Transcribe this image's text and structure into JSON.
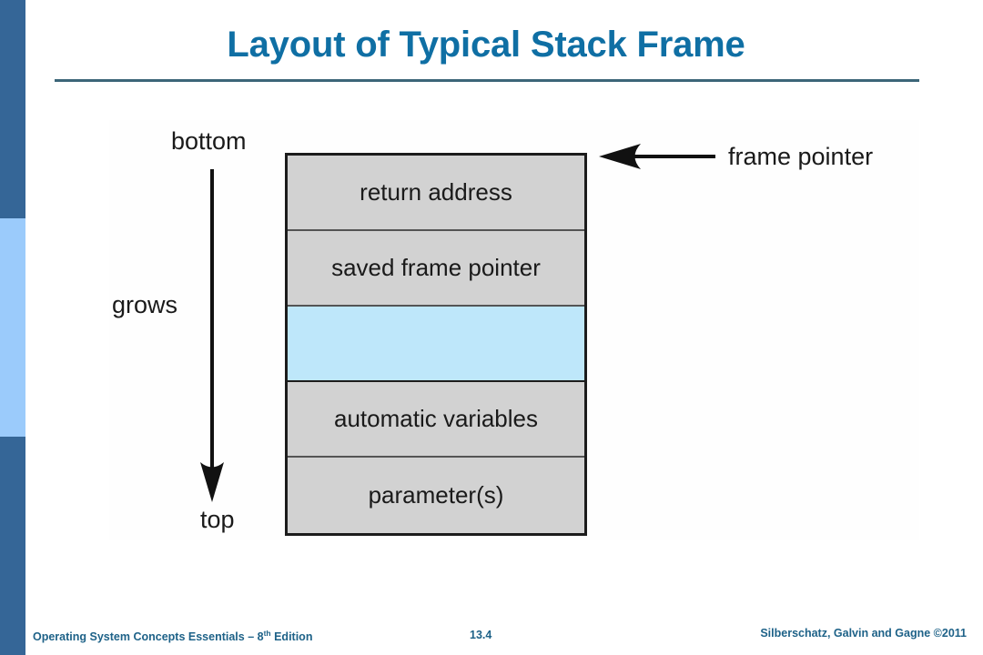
{
  "slide": {
    "title": "Layout of Typical Stack Frame",
    "accent_title_color": "#0F6FA4",
    "rule_color": "#3C6678",
    "rail_dark_color": "#356697",
    "rail_light_color": "#9BCBFB"
  },
  "figure": {
    "caption_bottom": "bottom",
    "caption_grows": "grows",
    "caption_top": "top",
    "grow_arrow_icon": "down-arrow-icon",
    "frame_pointer": {
      "arrow_icon": "left-arrow-icon",
      "label": "frame pointer"
    },
    "stack_rows": [
      {
        "label": "return address",
        "fill": "#D2D2D2",
        "highlighted": false
      },
      {
        "label": "saved frame pointer",
        "fill": "#D2D2D2",
        "highlighted": false
      },
      {
        "label": "",
        "fill": "#BEE7FA",
        "highlighted": true
      },
      {
        "label": "automatic variables",
        "fill": "#D2D2D2",
        "highlighted": false
      },
      {
        "label": "parameter(s)",
        "fill": "#D2D2D2",
        "highlighted": false
      }
    ]
  },
  "footer": {
    "left_main": "Operating System Concepts Essentials ",
    "left_edition_number": "8",
    "left_edition_sup": "th",
    "left_edition_tail": " Edition",
    "page_number": "13.4",
    "right": "Silberschatz, Galvin and Gagne ©2011"
  }
}
